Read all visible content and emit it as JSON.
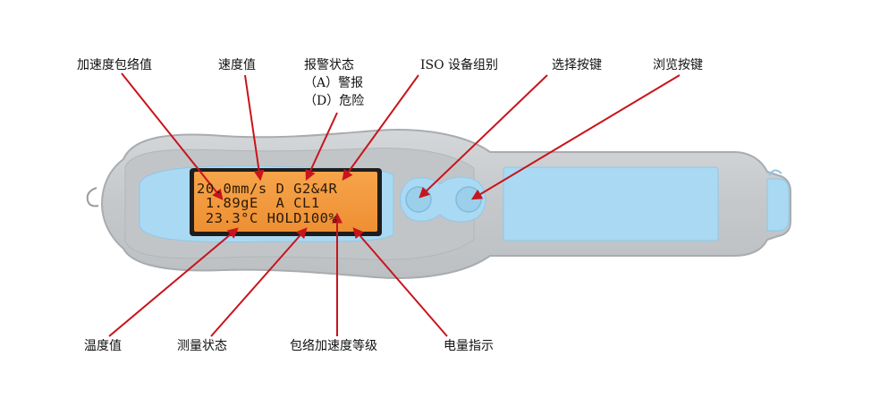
{
  "labels": {
    "peak_accel": "加速度包络值",
    "velocity": "速度值",
    "alarm_status": "报警状态",
    "alarm_a": "（A）警报",
    "alarm_d": "（D）危险",
    "iso_group": "ISO 设备组别",
    "select_key": "选择按键",
    "browse_key": "浏览按键",
    "temperature": "温度值",
    "measure_status": "测量状态",
    "envelope_grade": "包络加速度等级",
    "battery": "电量指示"
  },
  "lcd": {
    "line1": "20.0mm/s D G2&4R",
    "line2": " 1.89gE  A CL1",
    "line3": " 23.3°C HOLD100%"
  },
  "colors": {
    "body": "#c9ccce",
    "body_edge": "#aeb1b4",
    "accent_blue": "#a9d9f3",
    "lcd_bg": "#f39a3e",
    "lcd_frame": "#1f1d1c",
    "arrow": "#c8141c"
  }
}
